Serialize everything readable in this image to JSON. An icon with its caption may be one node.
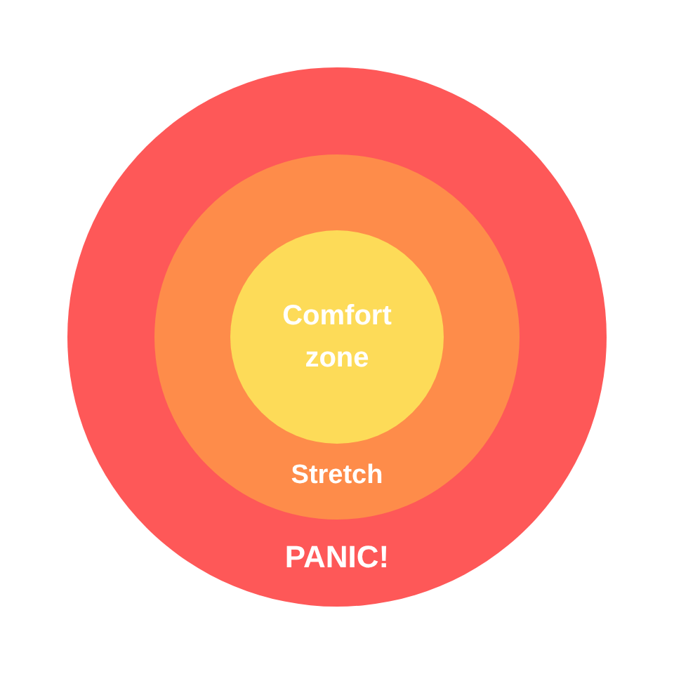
{
  "diagram": {
    "nodes": [
      {
        "text": [
          "PANIC!"
        ]
      },
      {
        "text": [
          "Stretch"
        ],
        "in": 0
      },
      {
        "text": [
          "Comfort zone"
        ],
        "in": 1
      }
    ]
  }
}
